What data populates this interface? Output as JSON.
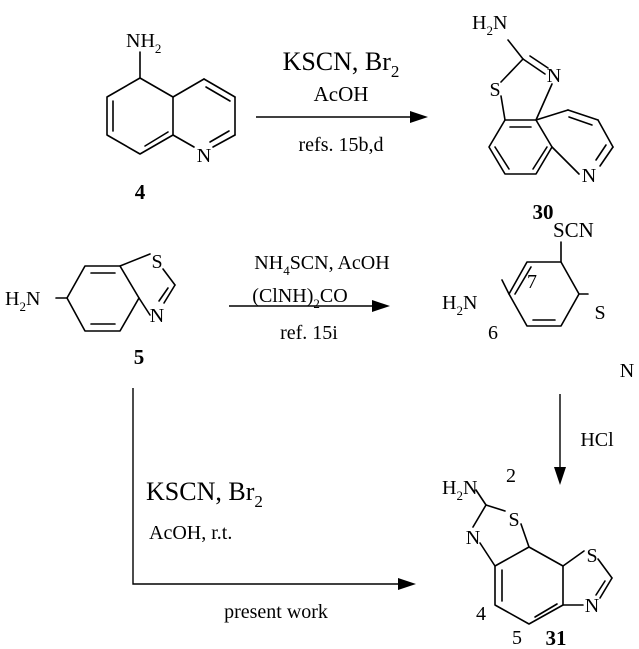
{
  "reaction1": {
    "reactant_group": "NH",
    "reactant_group_sub": "2",
    "reactant_N": "N",
    "reactant_number": "4",
    "reagent_line1_a": "KSCN, Br",
    "reagent_line1_sub": "2",
    "reagent_line2": "AcOH",
    "reference": "refs. 15b,d",
    "product_group_H": "H",
    "product_group_sub": "2",
    "product_group_N": "N",
    "product_S": "S",
    "product_N_ring": "N",
    "product_N_pyridine": "N",
    "product_number": "30"
  },
  "reaction2": {
    "reactant_group_H": "H",
    "reactant_group_sub": "2",
    "reactant_group_N": "N",
    "reactant_S": "S",
    "reactant_N": "N",
    "reactant_number": "5",
    "reagent_line1_a": "NH",
    "reagent_line1_sub": "4",
    "reagent_line1_b": "SCN, AcOH",
    "reagent_line2_a": "(ClNH)",
    "reagent_line2_sub": "2",
    "reagent_line2_b": "CO",
    "reference": "ref. 15i",
    "intermediate_scn": "SCN",
    "intermediate_group_H": "H",
    "intermediate_group_sub": "2",
    "intermediate_group_N": "N",
    "intermediate_pos7": "7",
    "intermediate_pos6": "6",
    "intermediate_S": "S",
    "intermediate_N": "N",
    "hcl": "HCl"
  },
  "reaction3": {
    "reagent_line1_a": "KSCN, Br",
    "reagent_line1_sub": "2",
    "reagent_line2": "AcOH, r.t.",
    "label": "present work",
    "product_group_H": "H",
    "product_group_sub": "2",
    "product_group_N": "N",
    "product_pos2": "2",
    "product_S1": "S",
    "product_N1": "N",
    "product_S2": "S",
    "product_N2": "N",
    "product_pos4": "4",
    "product_pos5": "5",
    "product_number": "31"
  }
}
